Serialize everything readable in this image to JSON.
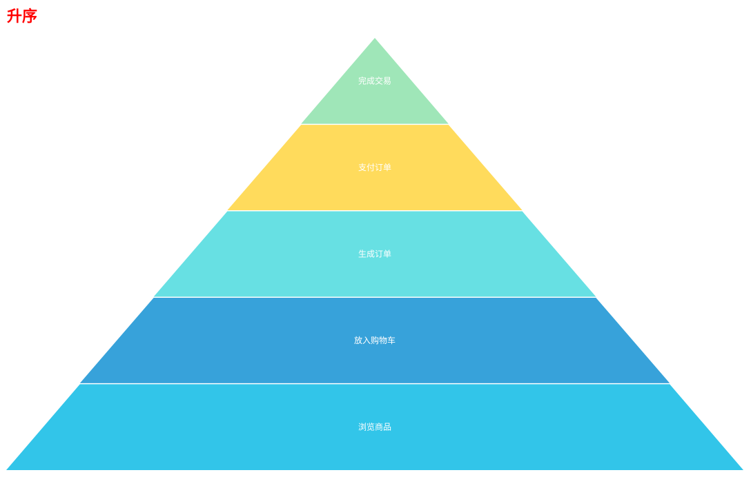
{
  "chart_data": {
    "type": "funnel",
    "title": "升序",
    "sort": "ascending",
    "categories": [
      "完成交易",
      "支付订单",
      "生成订单",
      "放入购物车",
      "浏览商品"
    ],
    "values": [
      20,
      40,
      60,
      80,
      100
    ],
    "colors": [
      "#9fe6b8",
      "#ffdb5c",
      "#67e0e3",
      "#37a2da",
      "#32c5e9"
    ],
    "label_color": "#ffffff",
    "title_color": "#ff0000"
  }
}
